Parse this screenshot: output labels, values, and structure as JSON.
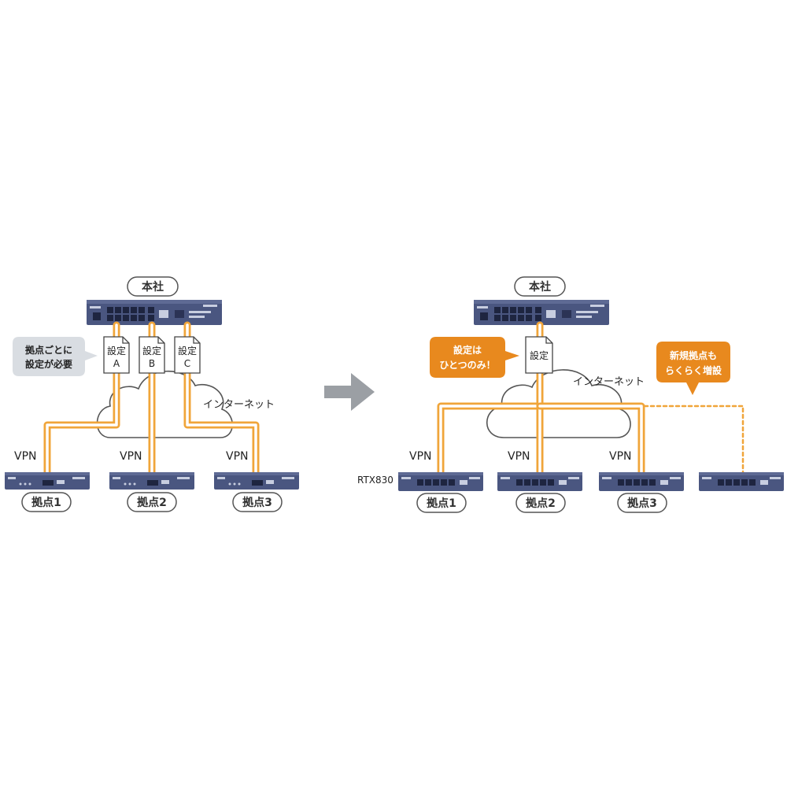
{
  "left": {
    "hq_label": "本社",
    "callout_lines": [
      "拠点ごとに",
      "設定が必要"
    ],
    "docs": [
      {
        "title": "設定",
        "letter": "A"
      },
      {
        "title": "設定",
        "letter": "B"
      },
      {
        "title": "設定",
        "letter": "C"
      }
    ],
    "internet_label": "インターネット",
    "vpn_labels": [
      "VPN",
      "VPN",
      "VPN"
    ],
    "branches": [
      "拠点1",
      "拠点2",
      "拠点3"
    ]
  },
  "right": {
    "hq_label": "本社",
    "callout_lines": [
      "設定は",
      "ひとつのみ！"
    ],
    "doc_title": "設定",
    "internet_label": "インターネット",
    "new_callout_lines": [
      "新規拠点も",
      "らくらく増設"
    ],
    "model_label": "RTX830",
    "vpn_labels": [
      "VPN",
      "VPN",
      "VPN"
    ],
    "branches": [
      "拠点1",
      "拠点2",
      "拠点3"
    ]
  },
  "colors": {
    "vpn_tube": "#F0A53A",
    "accent_orange": "#E8891E",
    "callout_gray": "#D9DDE2",
    "router_body": "#4A5680",
    "arrow": "#9B9FA4"
  }
}
